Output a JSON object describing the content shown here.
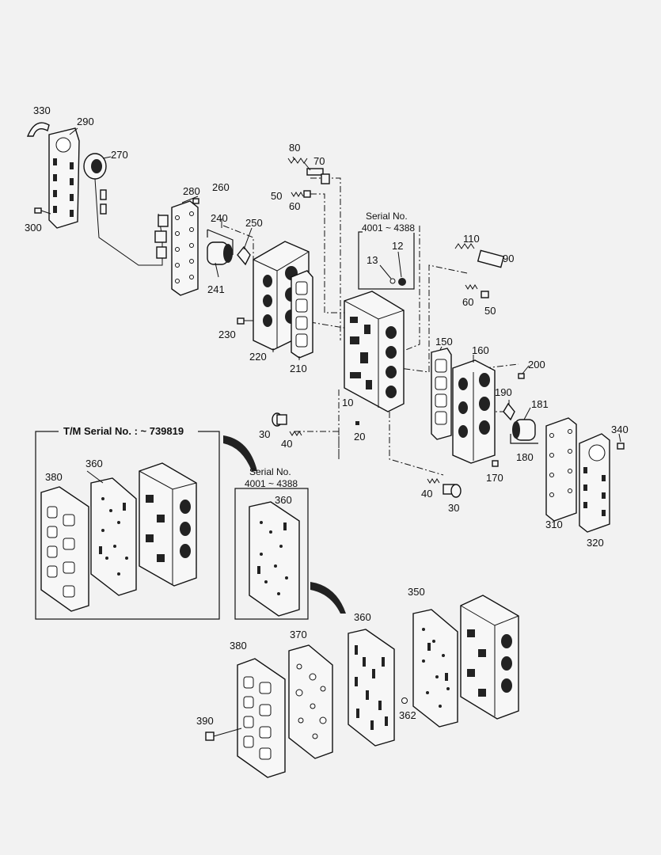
{
  "labels": {
    "l330": "330",
    "l290": "290",
    "l270": "270",
    "l300": "300",
    "l280": "280",
    "l260": "260",
    "l240": "240",
    "l250": "250",
    "l241": "241",
    "l230": "230",
    "l220": "220",
    "l210": "210",
    "l80": "80",
    "l70": "70",
    "l50a": "50",
    "l60a": "60",
    "l12": "12",
    "l13": "13",
    "l110": "110",
    "l90": "90",
    "l60b": "60",
    "l50b": "50",
    "l150": "150",
    "l160": "160",
    "l200": "200",
    "l190": "190",
    "l181": "181",
    "l180": "180",
    "l170": "170",
    "l10": "10",
    "l20": "20",
    "l30a": "30",
    "l40a": "40",
    "l40b": "40",
    "l30b": "30",
    "l340": "340",
    "l310": "310",
    "l320": "320",
    "l380a": "380",
    "l360a": "360",
    "l360b": "360",
    "l350": "350",
    "l360c": "360",
    "l380b": "380",
    "l370": "370",
    "l362": "362",
    "l390": "390"
  },
  "boxes": {
    "serial_top_line1": "Serial No.",
    "serial_top_line2": "4001 ~ 4388",
    "tm_serial": "T/M Serial No. : ~ 739819",
    "serial_mid_line1": "Serial No.",
    "serial_mid_line2": "4001 ~ 4388"
  }
}
